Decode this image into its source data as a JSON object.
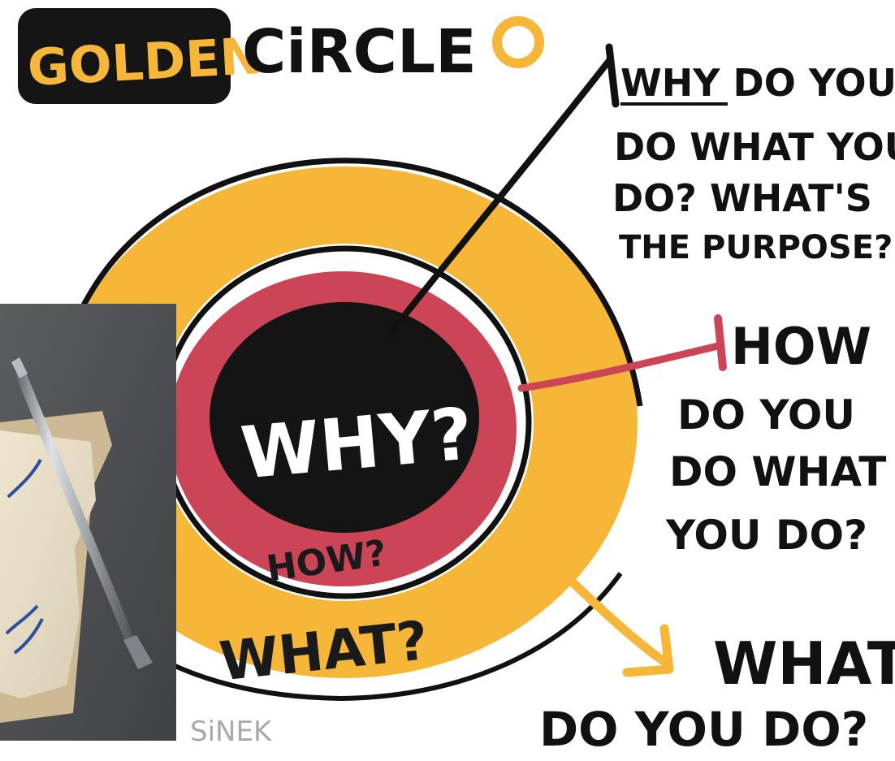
{
  "header": {
    "title_boxed": "GOLDEN",
    "title_rest": "CiRCLE"
  },
  "circle": {
    "center_label": "WHY?",
    "middle_label": "HOW?",
    "outer_label": "WHAT?"
  },
  "annotations": {
    "why": {
      "heading": "WHY",
      "lines": [
        "WHY DO YOU",
        "DO WHAT YOU",
        "DO? WHAT'S",
        "THE PURPOSE?"
      ]
    },
    "how": {
      "lines": [
        "HOW",
        "DO YOU",
        "DO WHAT",
        "YOU DO?"
      ]
    },
    "what": {
      "lines": [
        "WHAT",
        "DO YOU DO?"
      ]
    }
  },
  "credit": "SiNEK",
  "colors": {
    "gold": "#f6b637",
    "red": "#cb4556",
    "black": "#111111",
    "paper": "#ffffff"
  }
}
